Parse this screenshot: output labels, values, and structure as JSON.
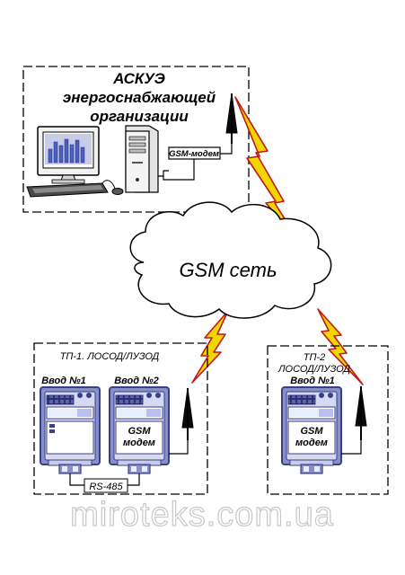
{
  "header": {
    "title_line1": "АСКУЭ",
    "title_line2": "энергоснабжающей",
    "title_line3": "организации",
    "modem_label": "GSM-модем"
  },
  "network": {
    "label": "GSM сеть"
  },
  "substation1": {
    "title": "ТП-1. ЛОСОД/ЛУЗОД",
    "input1": "Ввод №1",
    "input2": "Ввод №2",
    "modem_line1": "GSM",
    "modem_line2": "модем",
    "bus_label": "RS-485"
  },
  "substation2": {
    "title_line1": "ТП-2",
    "title_line2": "ЛОСОД/ЛУЗОД",
    "input1": "Ввод №1",
    "modem_line1": "GSM",
    "modem_line2": "модем"
  },
  "watermark": "miroteks.com.ua",
  "colors": {
    "meter_body": "#8890c8",
    "meter_dark": "#3a3f8a",
    "bolt_fill": "#f2d600",
    "bolt_stroke": "#c01818",
    "screen": "#6a8ad0"
  }
}
